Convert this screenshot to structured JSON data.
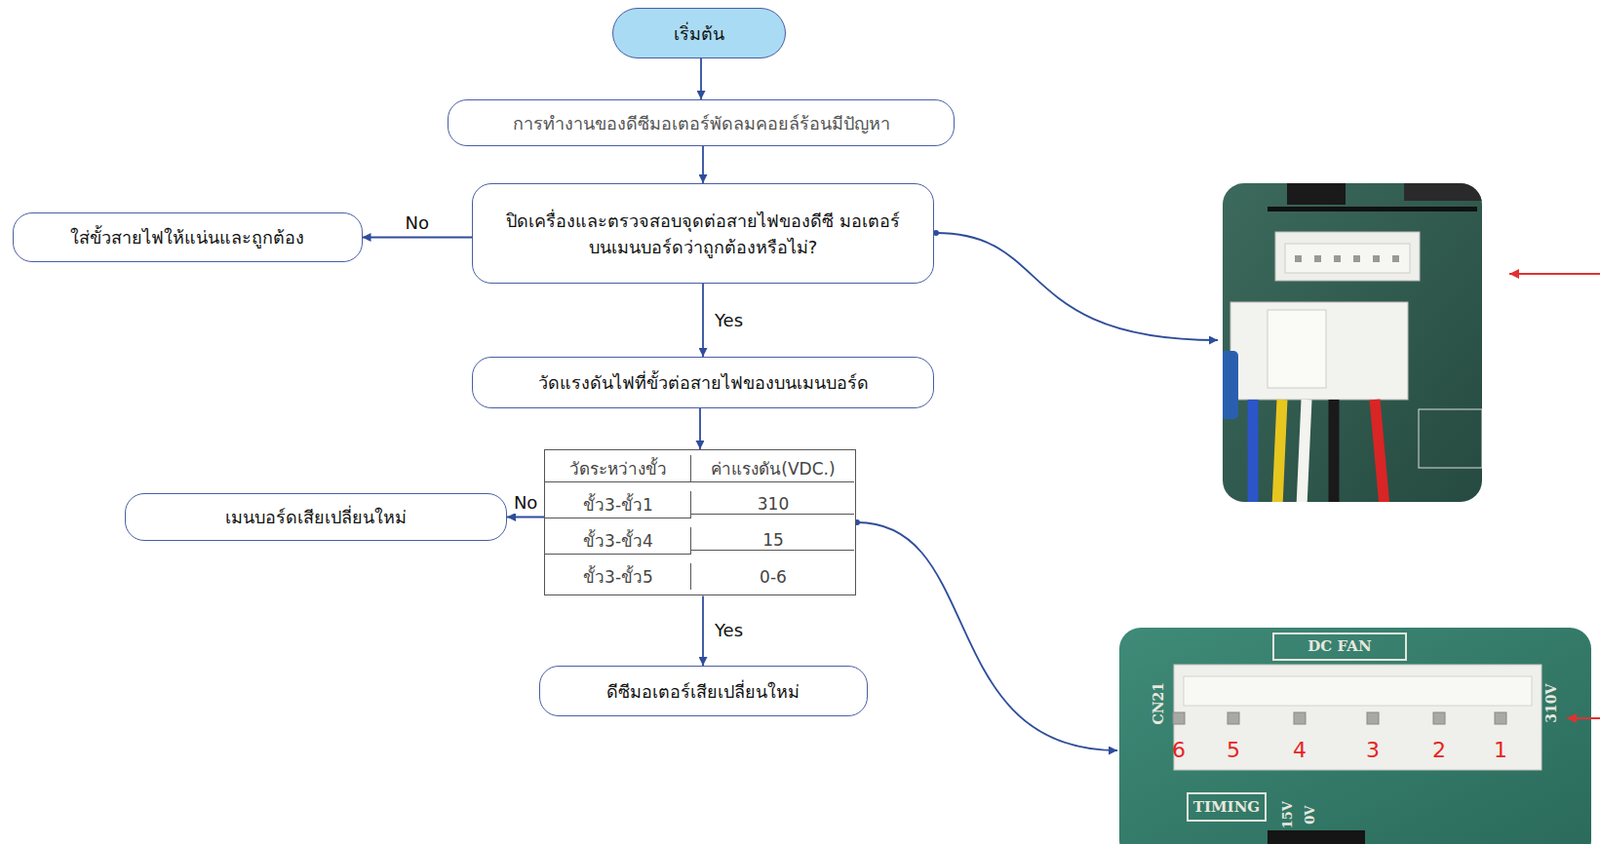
{
  "diagram": {
    "nodes": [
      {
        "text": [
          "เริ่มต้น"
        ]
      },
      {
        "text": [
          "การทำงานของดีซีมอเตอร์พัดลมคอยล์ร้อนมีปัญหา"
        ]
      },
      {
        "text": [
          "ปิดเครื่องและตรวจสอบจุดต่อสายไฟของดีซี มอเตอร์บนเมนบอร์ดว่าถูกต้องหรือไม่?"
        ]
      },
      {
        "text": [
          "ใส่ขั้วสายไฟให้แน่นและถูกต้อง"
        ]
      },
      {
        "text": [
          "วัดแรงดันไฟที่ขั้วต่อสายไฟของบนเมนบอร์ด"
        ]
      },
      {
        "text": [
          "วัดระหว่างขั้ว",
          "ค่าแรงดัน(VDC.)",
          "ขั้ว3-ขั้ว1",
          "310",
          "ขั้ว3-ขั้ว4",
          "15",
          "ขั้ว3-ขั้ว5",
          "0-6"
        ]
      },
      {
        "text": [
          "เมนบอร์ดเสียเปลี่ยนใหม่"
        ]
      },
      {
        "text": [
          "ดีซีมอเตอร์เสียเปลี่ยนใหม่"
        ]
      }
    ],
    "edges": [
      {
        "from": 0,
        "to": 1,
        "arrow": "to"
      },
      {
        "from": 1,
        "to": 2,
        "arrow": "to"
      },
      {
        "from": 2,
        "to": 3,
        "label": "No",
        "arrow": "to"
      },
      {
        "from": 2,
        "to": 4,
        "label": "Yes",
        "arrow": "to"
      },
      {
        "from": 4,
        "to": 5,
        "arrow": "to"
      },
      {
        "from": 5,
        "to": 6,
        "label": "No",
        "arrow": "to"
      },
      {
        "from": 5,
        "to": 7,
        "label": "Yes",
        "arrow": "to"
      }
    ],
    "labels": [
      "DC FAN",
      "CN21",
      "310V",
      "6",
      "5",
      "4",
      "3",
      "2",
      "1",
      "TIMING",
      "15V",
      "0V"
    ]
  }
}
